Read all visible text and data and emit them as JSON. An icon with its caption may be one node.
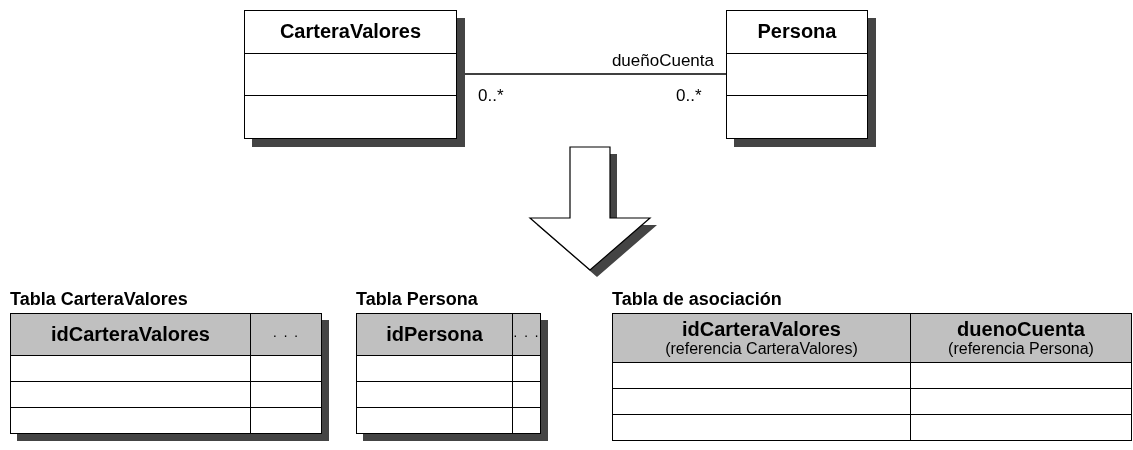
{
  "diagram": {
    "nodes": [
      {
        "text": [
          "CarteraValores"
        ]
      },
      {
        "text": [
          "Persona"
        ]
      },
      {
        "text": [
          "Tabla CarteraValores",
          "idCarteraValores",
          "· · ·"
        ]
      },
      {
        "text": [
          "Tabla Persona",
          "idPersona",
          "· · ·"
        ]
      },
      {
        "text": [
          "Tabla de asociación",
          "idCarteraValores",
          "(referencia CarteraValores)",
          "duenoCuenta",
          "(referencia Persona)"
        ]
      }
    ],
    "edges": [
      {
        "from": 0,
        "to": 1,
        "arrow": "none",
        "label": "dueñoCuenta"
      }
    ],
    "labels": [
      "0..*",
      "0..*"
    ]
  }
}
